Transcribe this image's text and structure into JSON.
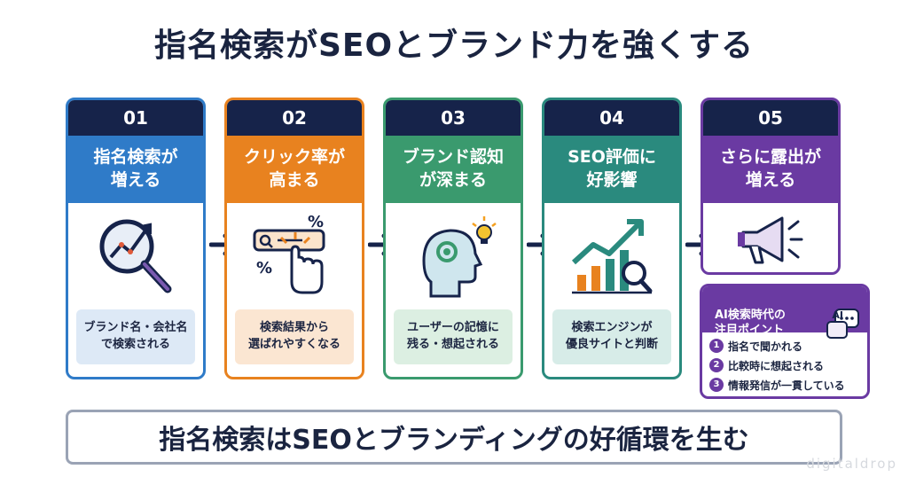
{
  "title": "指名検索がSEOとブランド力を強くする",
  "cards": [
    {
      "num": "01",
      "heading": "指名検索が\n増える",
      "note": "ブランド名・会社名\nで検索される",
      "color": "#2f7bc8",
      "icon": "magnifier-trend-icon"
    },
    {
      "num": "02",
      "heading": "クリック率が\n高まる",
      "note": "検索結果から\n選ばれやすくなる",
      "color": "#e8821f",
      "icon": "click-hand-icon"
    },
    {
      "num": "03",
      "heading": "ブランド認知\nが深まる",
      "note": "ユーザーの記憶に\n残る・想起される",
      "color": "#3a9a6e",
      "icon": "head-lightbulb-icon"
    },
    {
      "num": "04",
      "heading": "SEO評価に\n好影響",
      "note": "検索エンジンが\n優良サイトと判断",
      "color": "#2a8a7e",
      "icon": "growth-chart-icon"
    },
    {
      "num": "05",
      "heading": "さらに露出が\n増える",
      "color": "#6a3aa2",
      "icon": "megaphone-icon"
    }
  ],
  "ai_box": {
    "heading": "AI検索時代の\n注目ポイント",
    "badge": "AI",
    "items": [
      {
        "num": "1",
        "text": "指名で聞かれる"
      },
      {
        "num": "2",
        "text": "比較時に想起される"
      },
      {
        "num": "3",
        "text": "情報発信が一貫している"
      }
    ]
  },
  "banner": "指名検索はSEOとブランディングの好循環を生む",
  "watermark": "digitaldrop"
}
